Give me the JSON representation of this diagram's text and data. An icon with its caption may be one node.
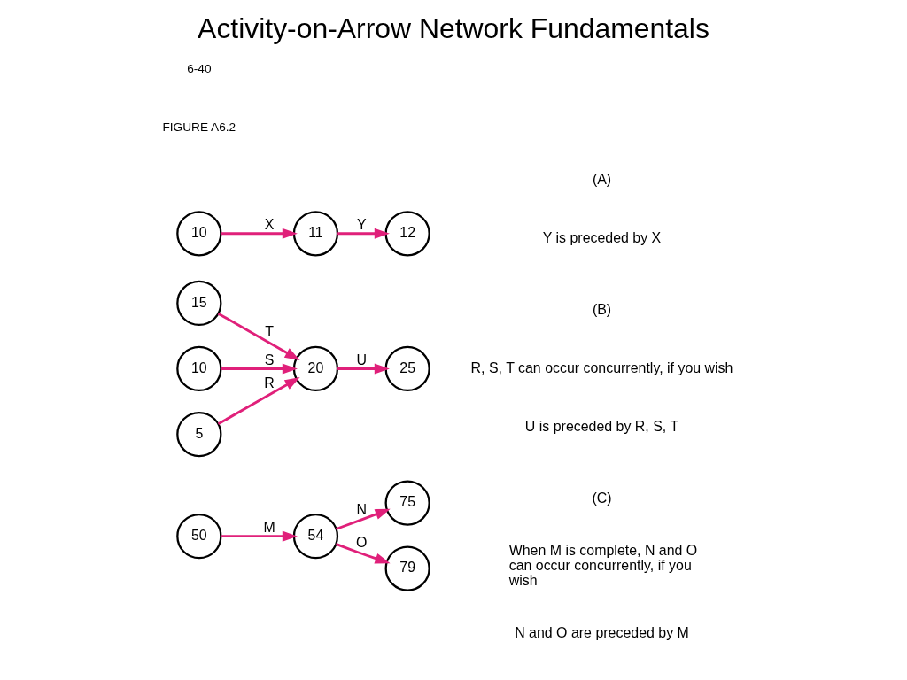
{
  "diagram": {
    "title": "Activity-on-Arrow Network Fundamentals",
    "nodes": [
      {
        "text": [
          "10"
        ]
      },
      {
        "text": [
          "11"
        ]
      },
      {
        "text": [
          "12"
        ]
      },
      {
        "text": [
          "5"
        ]
      },
      {
        "text": [
          "10"
        ]
      },
      {
        "text": [
          "20"
        ]
      },
      {
        "text": [
          "25"
        ]
      },
      {
        "text": [
          "15"
        ]
      },
      {
        "text": [
          "50"
        ]
      },
      {
        "text": [
          "54"
        ]
      },
      {
        "text": [
          "75"
        ]
      },
      {
        "text": [
          "79"
        ]
      }
    ],
    "edges": [
      {
        "from": 0,
        "to": 1,
        "arrow": "to",
        "label": "X"
      },
      {
        "from": 1,
        "to": 2,
        "arrow": "to",
        "label": "Y"
      },
      {
        "from": 3,
        "to": 5,
        "arrow": "to",
        "label": "R"
      },
      {
        "from": 4,
        "to": 5,
        "arrow": "to",
        "label": "S"
      },
      {
        "from": 7,
        "to": 5,
        "arrow": "to",
        "label": "T"
      },
      {
        "from": 5,
        "to": 6,
        "arrow": "to",
        "label": "U"
      },
      {
        "from": 8,
        "to": 9,
        "arrow": "to",
        "label": "M"
      },
      {
        "from": 9,
        "to": 10,
        "arrow": "to",
        "label": "N"
      },
      {
        "from": 9,
        "to": 11,
        "arrow": "to",
        "label": "O"
      }
    ],
    "labels": [
      "Y is preceded by X",
      "(A)",
      "U is preceded by R, S, T",
      "R, S, T can occur concurrently, if you wish",
      "(B)",
      "N and O are preceded by M",
      "When M is complete, N and O can occur concurrently, if you wish",
      "(C)",
      "FIGURE A6.2",
      "6-40"
    ]
  }
}
